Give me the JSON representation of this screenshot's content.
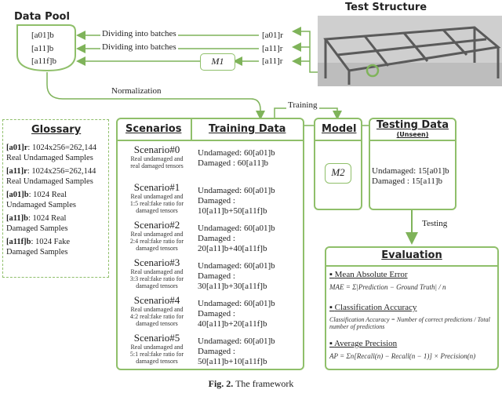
{
  "top": {
    "data_pool_title": "Data Pool",
    "test_structure_title": "Test Structure",
    "pool_items": [
      "[a01]b",
      "[a11]b",
      "[a11f]b"
    ],
    "r_items": [
      "[a01]r",
      "[a11]r",
      "[a11]r"
    ],
    "dividing_label_1": "Dividing into batches",
    "dividing_label_2": "Dividing into batches",
    "m1_label": "M1",
    "normalization_label": "Normalization",
    "training_label": "Training",
    "testing_label": "Testing"
  },
  "glossary": {
    "title": "Glossary",
    "entries": [
      {
        "term": "[a01]r",
        "desc": ": 1024x256=262,144",
        "desc2": "Real Undamaged Samples"
      },
      {
        "term": "[a11]r",
        "desc": ": 1024x256=262,144",
        "desc2": "Real Undamaged Samples"
      },
      {
        "term": "[a01]b",
        "desc": ": 1024 Real",
        "desc2": "Undamaged Samples"
      },
      {
        "term": "[a11]b",
        "desc": ": 1024 Real",
        "desc2": "Damaged Samples"
      },
      {
        "term": "[a11f]b",
        "desc": ": 1024 Fake",
        "desc2": "Damaged Samples"
      }
    ]
  },
  "scenarios": {
    "title": "Scenarios",
    "items": [
      {
        "name": "Scenario#0",
        "desc": [
          "Real undamaged and",
          "real damaged tensors"
        ]
      },
      {
        "name": "Scenario#1",
        "desc": [
          "Real undamaged and",
          "1:5 real:fake ratio for",
          "damaged tensors"
        ]
      },
      {
        "name": "Scenario#2",
        "desc": [
          "Real undamaged and",
          "2:4 real:fake ratio for",
          "damaged tensors"
        ]
      },
      {
        "name": "Scenario#3",
        "desc": [
          "Real undamaged and",
          "3:3 real:fake ratio for",
          "damaged tensors"
        ]
      },
      {
        "name": "Scenario#4",
        "desc": [
          "Real undamaged and",
          "4:2 real:fake ratio for",
          "damaged tensors"
        ]
      },
      {
        "name": "Scenario#5",
        "desc": [
          "Real undamaged and",
          "5:1 real:fake ratio for",
          "damaged tensors"
        ]
      }
    ]
  },
  "training": {
    "title": "Training Data",
    "items": [
      {
        "undamaged": "Undamaged: 60[a01]b",
        "damaged": "Damaged : 60[a11]b"
      },
      {
        "undamaged": "Undamaged: 60[a01]b",
        "damaged": "Damaged : 10[a11]b+50[a11f]b"
      },
      {
        "undamaged": "Undamaged: 60[a01]b",
        "damaged": "Damaged : 20[a11]b+40[a11f]b"
      },
      {
        "undamaged": "Undamaged: 60[a01]b",
        "damaged": "Damaged : 30[a11]b+30[a11f]b"
      },
      {
        "undamaged": "Undamaged: 60[a01]b",
        "damaged": "Damaged : 40[a11]b+20[a11f]b"
      },
      {
        "undamaged": "Undamaged: 60[a01]b",
        "damaged": "Damaged : 50[a11]b+10[a11f]b"
      }
    ]
  },
  "model": {
    "title": "Model",
    "m2_label": "M2"
  },
  "testing": {
    "title": "Testing Data",
    "subtitle": "(Unseen)",
    "undamaged": "Undamaged: 15[a01]b",
    "damaged": "Damaged : 15[a11]b"
  },
  "evaluation": {
    "title": "Evaluation",
    "metrics": [
      {
        "name": "Mean Absolute Error",
        "formula": "MAE = Σ|Prediction − Ground Truth| / n"
      },
      {
        "name": "Classification Accuracy",
        "formula": "Classification Accuracy = Number of correct predictions / Total number of predictions"
      },
      {
        "name": "Average Precision",
        "formula": "AP = Σn[Recall(n) − Recall(n − 1)] × Precision(n)"
      }
    ]
  },
  "caption": {
    "fig": "Fig. 2.",
    "text": "The framework"
  },
  "colors": {
    "accent": "#8fbf6a",
    "arrow": "#7fb35a"
  }
}
